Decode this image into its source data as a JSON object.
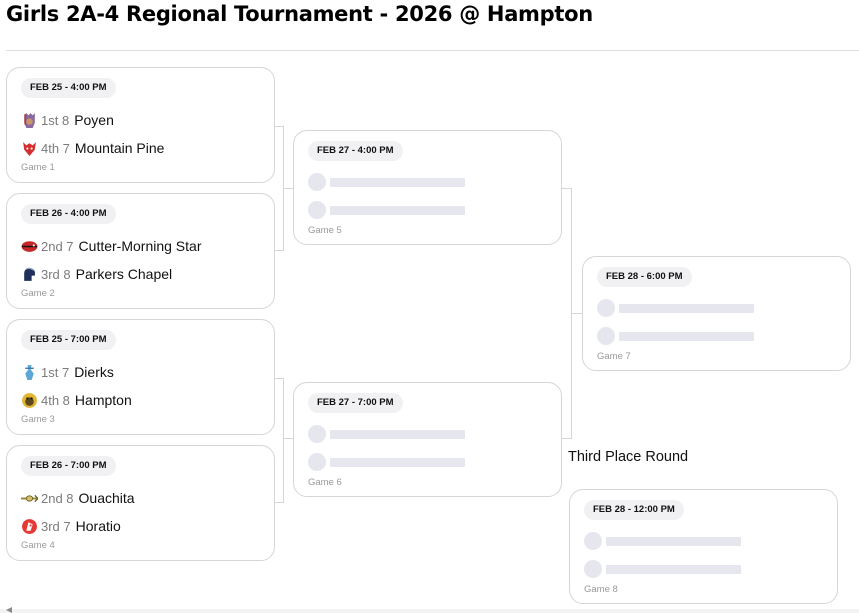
{
  "title": "Girls 2A-4 Regional Tournament - 2026 @ Hampton",
  "third_place_label": "Third Place Round",
  "games": {
    "g1": {
      "date": "FEB 25 - 4:00 PM",
      "label": "Game 1",
      "teams": [
        {
          "seed": "1st 8",
          "name": "Poyen",
          "logo": "indian-head-icon"
        },
        {
          "seed": "4th 7",
          "name": "Mountain Pine",
          "logo": "red-devil-icon"
        }
      ]
    },
    "g2": {
      "date": "FEB 26 - 4:00 PM",
      "label": "Game 2",
      "teams": [
        {
          "seed": "2nd 7",
          "name": "Cutter-Morning Star",
          "logo": "eagle-icon"
        },
        {
          "seed": "3rd 8",
          "name": "Parkers Chapel",
          "logo": "spartan-helmet-icon"
        }
      ]
    },
    "g3": {
      "date": "FEB 25 - 7:00 PM",
      "label": "Game 3",
      "teams": [
        {
          "seed": "1st 7",
          "name": "Dierks",
          "logo": "outlaw-icon"
        },
        {
          "seed": "4th 8",
          "name": "Hampton",
          "logo": "bulldog-icon"
        }
      ]
    },
    "g4": {
      "date": "FEB 26 - 7:00 PM",
      "label": "Game 4",
      "teams": [
        {
          "seed": "2nd 8",
          "name": "Ouachita",
          "logo": "arrow-icon"
        },
        {
          "seed": "3rd 7",
          "name": "Horatio",
          "logo": "red-mascot-icon"
        }
      ]
    },
    "g5": {
      "date": "FEB 27 - 4:00 PM",
      "label": "Game 5"
    },
    "g6": {
      "date": "FEB 27 - 7:00 PM",
      "label": "Game 6"
    },
    "g7": {
      "date": "FEB 28 - 6:00 PM",
      "label": "Game 7"
    },
    "g8": {
      "date": "FEB 28 - 12:00 PM",
      "label": "Game 8"
    }
  }
}
